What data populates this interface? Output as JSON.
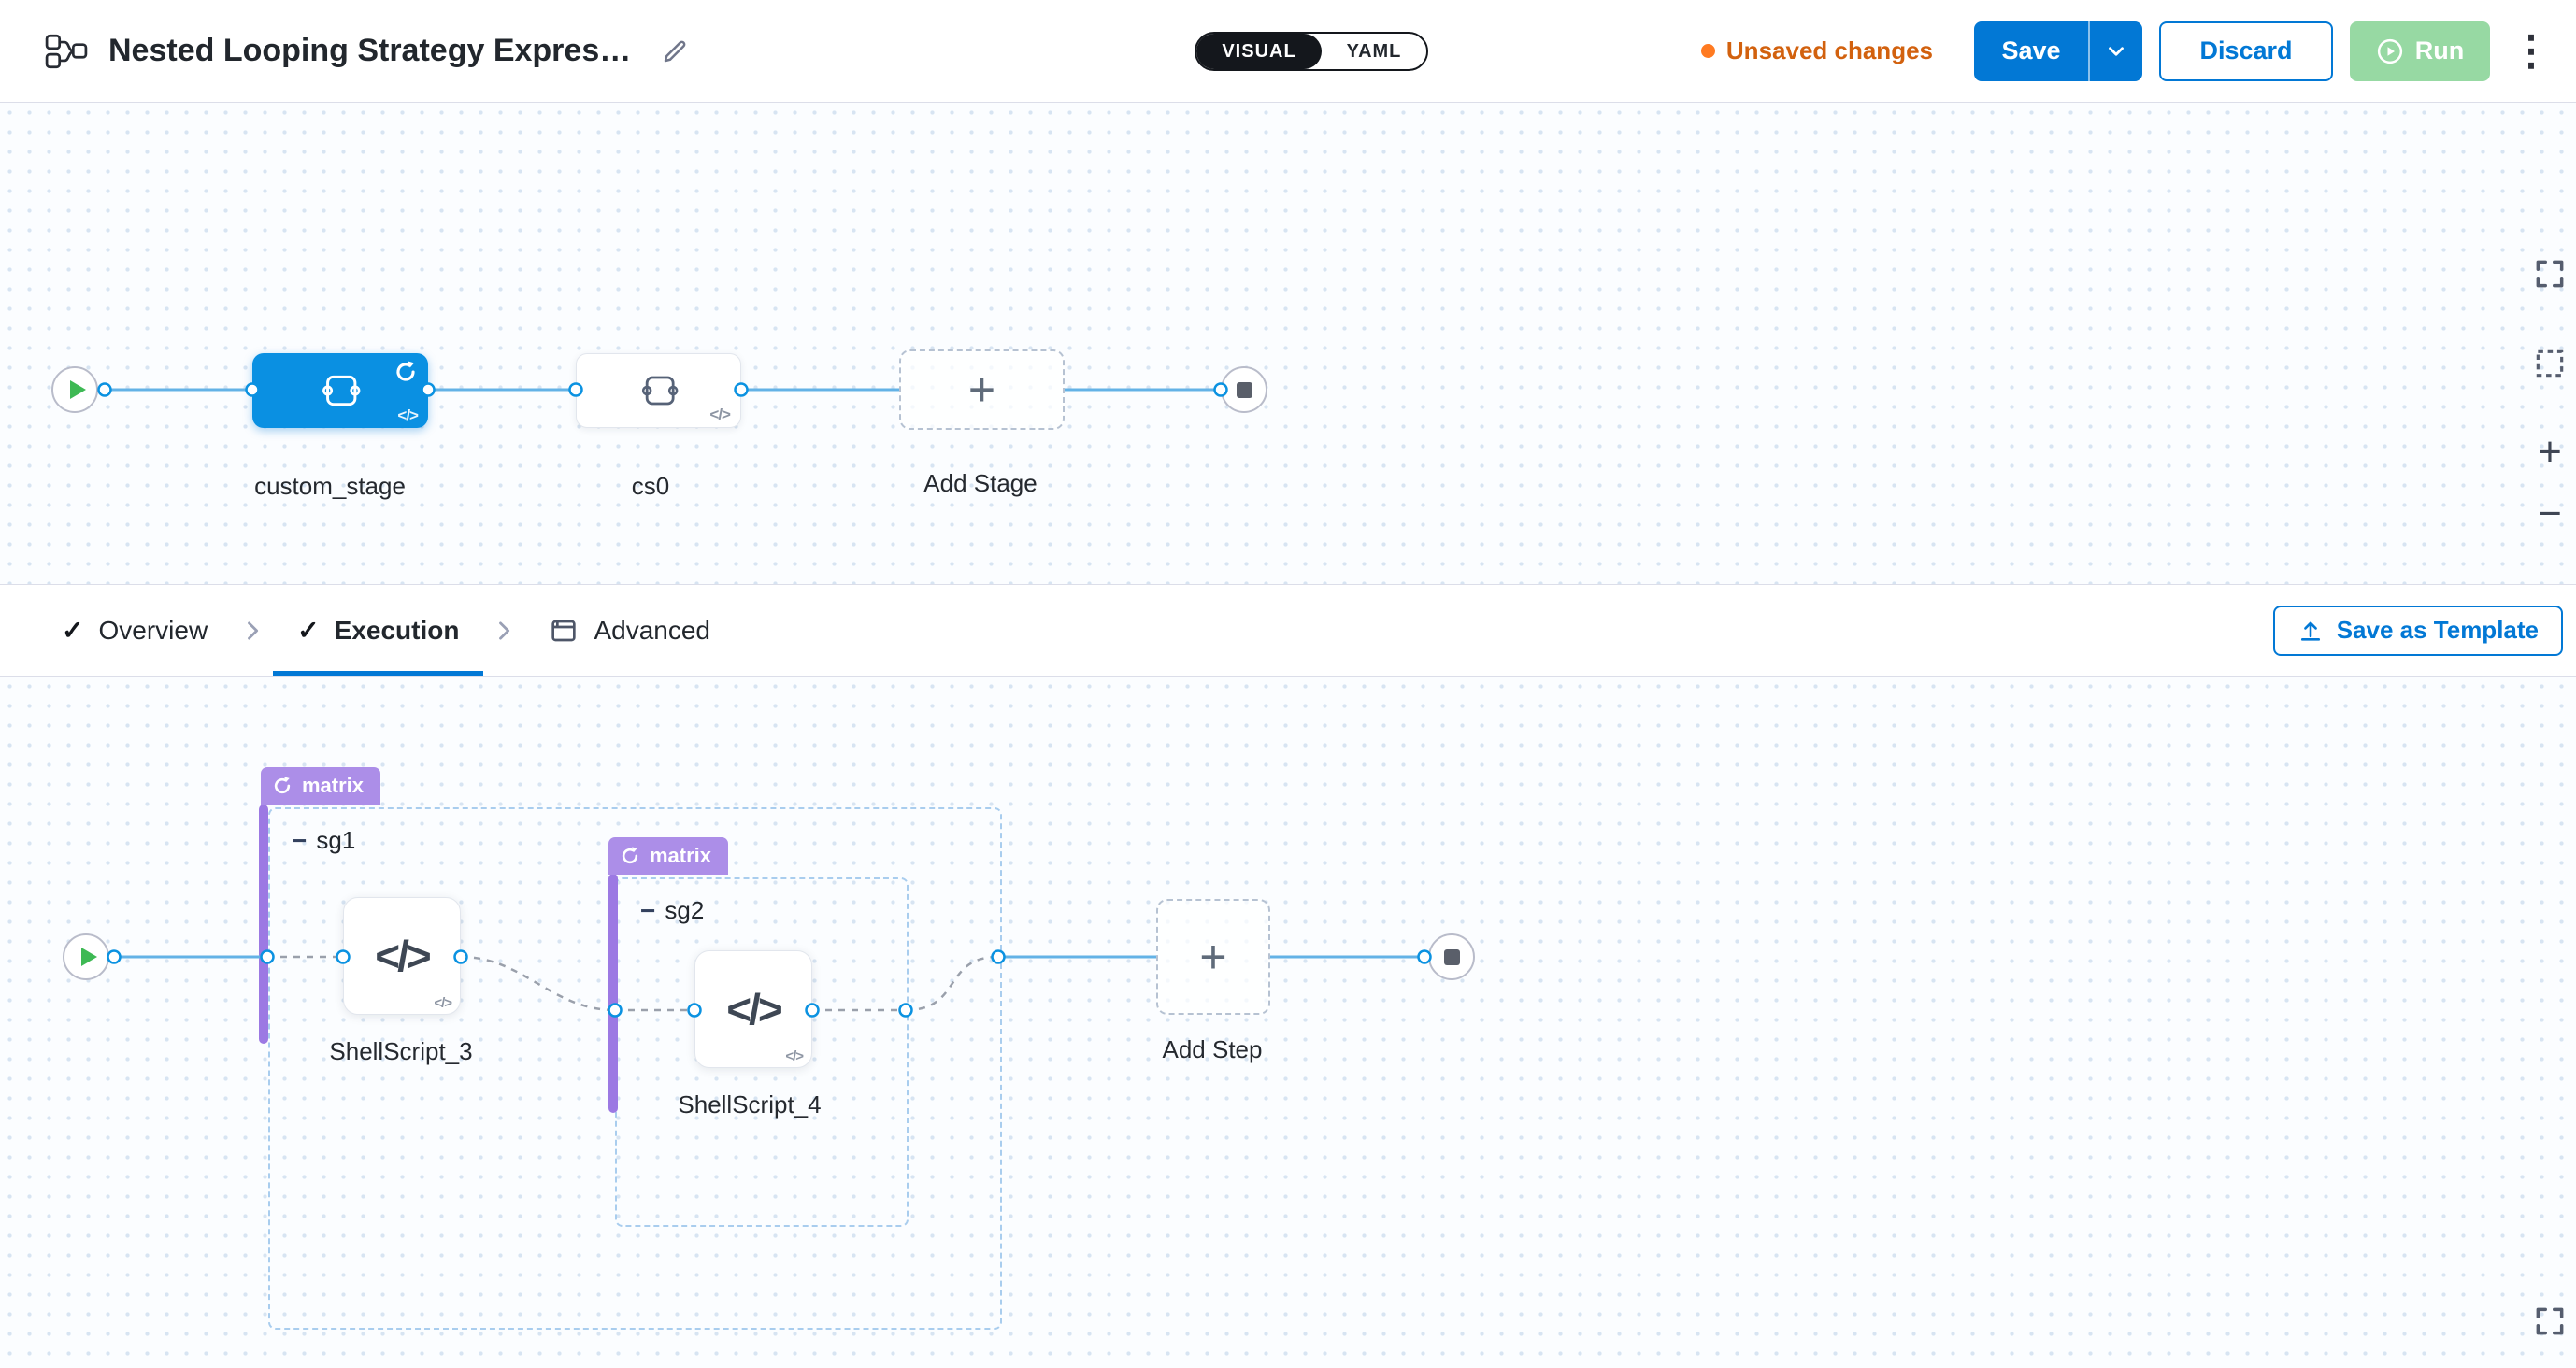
{
  "header": {
    "title": "Nested Looping Strategy Expres…",
    "mode_visual": "VISUAL",
    "mode_yaml": "YAML",
    "unsaved_changes": "Unsaved changes",
    "save_label": "Save",
    "discard_label": "Discard",
    "run_label": "Run"
  },
  "pipeline": {
    "stages": [
      {
        "label": "custom_stage",
        "selected": true,
        "looping": true
      },
      {
        "label": "cs0",
        "selected": false,
        "looping": false
      }
    ],
    "add_stage_label": "Add Stage"
  },
  "tabs": {
    "overview": "Overview",
    "execution": "Execution",
    "advanced": "Advanced",
    "save_as_template": "Save as Template"
  },
  "execution": {
    "groups": [
      {
        "badge": "matrix",
        "label": "sg1"
      },
      {
        "badge": "matrix",
        "label": "sg2"
      }
    ],
    "steps": [
      {
        "label": "ShellScript_3"
      },
      {
        "label": "ShellScript_4"
      }
    ],
    "add_step_label": "Add Step"
  },
  "icons": {
    "check": "✓",
    "kebab": "⋮",
    "plus": "+",
    "minus": "−",
    "collapse": "−",
    "code": "</>"
  },
  "colors": {
    "primary_blue": "#0278d5",
    "selected_stage_blue": "#0a90e2",
    "matrix_purple": "#ac8ee8",
    "unsaved_orange": "#d2610e",
    "run_green": "#42ba57",
    "connector_blue": "#63b2e6"
  }
}
